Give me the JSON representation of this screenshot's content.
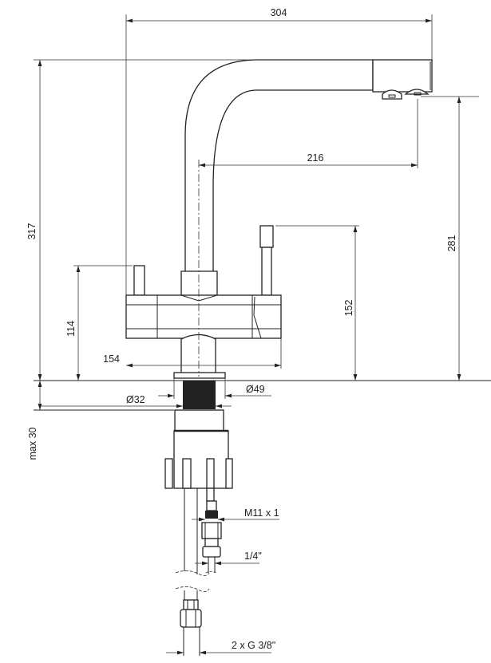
{
  "dimensions": {
    "overall_reach": "304",
    "spout_reach": "216",
    "overall_height": "317",
    "spout_height": "281",
    "right_lever_height": "152",
    "left_lever_height": "114",
    "body_width": "154",
    "base_diameter": "Ø49",
    "shank_diameter": "Ø32",
    "max_counter_thickness": "max 30",
    "filter_thread": "M11 x 1",
    "filter_tube": "1/4\"",
    "supply_connection": "2 x G 3/8\""
  },
  "colors": {
    "line": "#222222",
    "background": "#ffffff"
  }
}
